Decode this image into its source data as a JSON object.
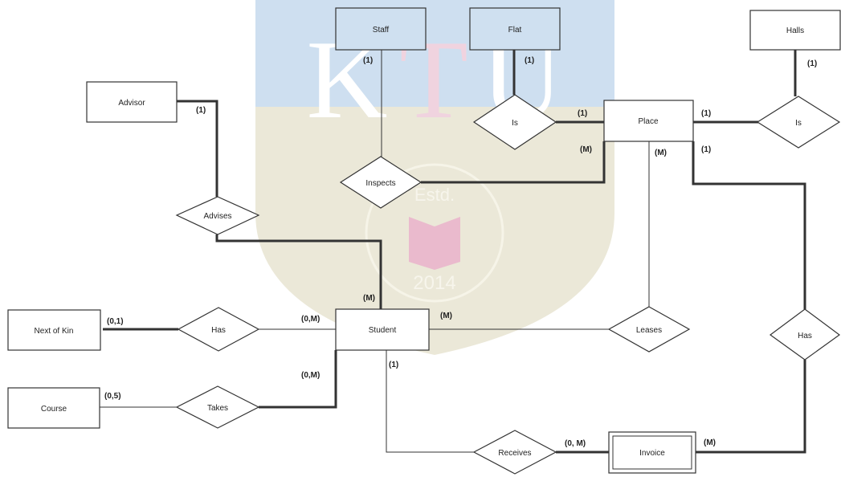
{
  "watermark": {
    "letters": [
      "K",
      "T",
      "U"
    ],
    "established": "Estd.",
    "year": "2014"
  },
  "entities": {
    "staff": "Staff",
    "flat": "Flat",
    "halls": "Halls",
    "advisor": "Advisor",
    "place": "Place",
    "next_of_kin": "Next of Kin",
    "student": "Student",
    "course": "Course",
    "invoice": "Invoice"
  },
  "relationships": {
    "flat_is": "Is",
    "halls_is": "Is",
    "inspects": "Inspects",
    "advises": "Advises",
    "has_kin": "Has",
    "leases": "Leases",
    "place_has": "Has",
    "takes": "Takes",
    "receives": "Receives"
  },
  "cardinalities": {
    "staff_inspects": "(1)",
    "flat_is": "(1)",
    "halls_is": "(1)",
    "advisor_advises": "(1)",
    "place_flat_is": "(1)",
    "place_halls_is": "(1)",
    "place_inspects": "(M)",
    "place_leases": "(M)",
    "place_has": "(1)",
    "student_advises": "(M)",
    "nok_has": "(0,1)",
    "student_has": "(0,M)",
    "student_leases": "(M)",
    "course_takes": "(0,5)",
    "student_takes": "(0,M)",
    "student_receives": "(1)",
    "invoice_receives": "(0, M)",
    "invoice_has": "(M)"
  },
  "colors": {
    "entity_fill": "#ffffff",
    "line": "#333333",
    "watermark_blue": "#c9dcef",
    "watermark_pink": "#efcfdc",
    "watermark_shield": "#e9e6d4",
    "watermark_book": "#e8a9c6"
  }
}
